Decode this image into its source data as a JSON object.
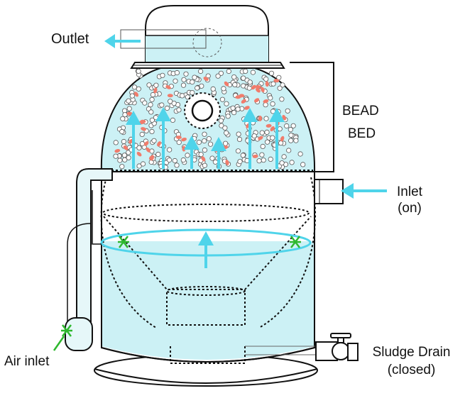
{
  "labels": {
    "outlet": "Outlet",
    "bead_bed_line1": "BEAD",
    "bead_bed_line2": "BED",
    "inlet_line1": "Inlet",
    "inlet_line2": "(on)",
    "sludge_line1": "Sludge Drain",
    "sludge_line2": "(closed)",
    "air_inlet": "Air inlet"
  },
  "colors": {
    "water": "#ccf1f5",
    "arrow": "#4fd4ea",
    "bead_red": "#f07c6c",
    "air": "#2eb82e",
    "outline": "#111111"
  }
}
